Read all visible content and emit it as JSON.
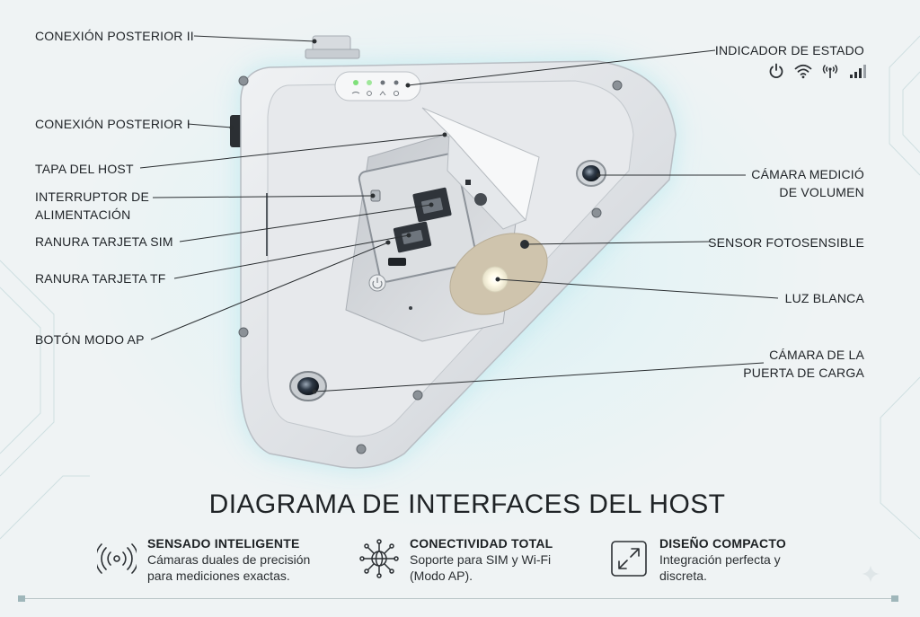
{
  "title": "DIAGRAMA DE INTERFACES DEL HOST",
  "callouts": [
    {
      "id": "rear-connection-2",
      "label": "CONEXIÓN POSTERIOR II"
    },
    {
      "id": "rear-connection-1",
      "label": "CONEXIÓN POSTERIOR I"
    },
    {
      "id": "host-cover",
      "label": "TAPA DEL HOST"
    },
    {
      "id": "power-switch",
      "label": "INTERRUPTOR DE\nALIMENTACIÓN"
    },
    {
      "id": "sim-slot",
      "label": "RANURA TARJETA SIM"
    },
    {
      "id": "tf-slot",
      "label": "RANURA TARJETA TF"
    },
    {
      "id": "ap-mode-button",
      "label": "BOTÓN MODO AP"
    },
    {
      "id": "status-indicator",
      "label": "INDICADOR DE ESTADO"
    },
    {
      "id": "volume-camera",
      "label": "CÁMARA MEDICIÓ\nDE VOLUMEN"
    },
    {
      "id": "light-sensor",
      "label": "SENSOR FOTOSENSIBLE"
    },
    {
      "id": "white-light",
      "label": "LUZ BLANCA"
    },
    {
      "id": "loading-door-camera",
      "label": "CÁMARA DE LA\nPUERTA DE CARGA"
    }
  ],
  "status_icons": [
    "power-icon",
    "wifi-icon",
    "antenna-icon",
    "signal-bars-icon"
  ],
  "features": [
    {
      "icon": "sensing-waves-icon",
      "heading": "SENSADO INTELIGENTE",
      "description": "Cámaras duales de precisión\npara mediciones exactas."
    },
    {
      "icon": "network-globe-icon",
      "heading": "CONECTIVIDAD TOTAL",
      "description": "Soporte para SIM y Wi-Fi\n(Modo AP)."
    },
    {
      "icon": "expand-arrows-icon",
      "heading": "DISEÑO COMPACTO",
      "description": "Integración perfecta y\ndiscreta."
    }
  ],
  "colors": {
    "accent_glow": "#c9ecf1",
    "led_green": "#7fe07a",
    "device_body": "#dfe2e5"
  }
}
